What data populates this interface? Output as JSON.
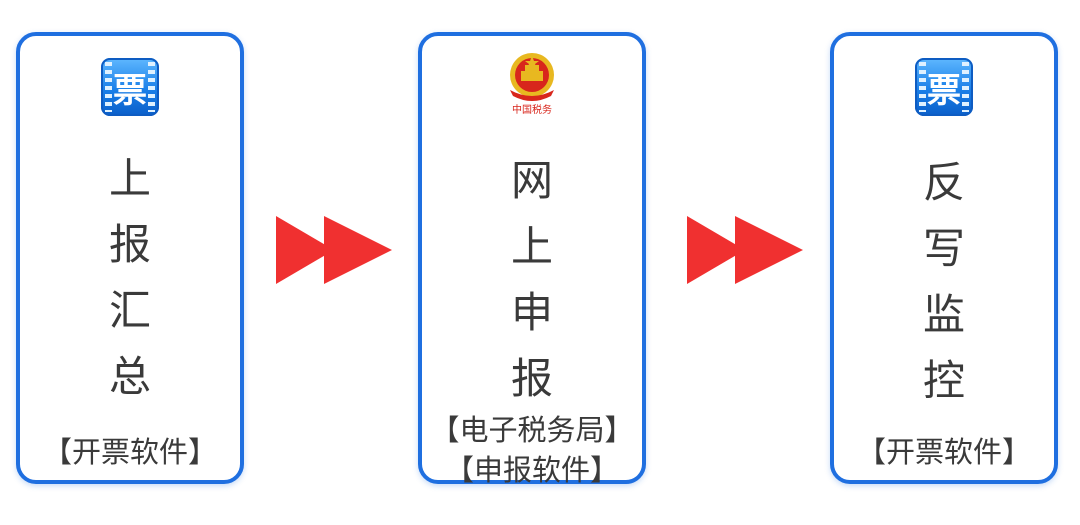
{
  "steps": [
    {
      "icon": "ticket-icon",
      "icon_glyph": "票",
      "chars": [
        "上",
        "报",
        "汇",
        "总"
      ],
      "sub_lines": [
        "【开票软件】"
      ]
    },
    {
      "icon": "tax-bureau-emblem-icon",
      "emblem_caption": "中国税务",
      "chars": [
        "网",
        "上",
        "申",
        "报"
      ],
      "sub_lines": [
        "【电子税务局】",
        "【申报软件】"
      ]
    },
    {
      "icon": "ticket-icon",
      "icon_glyph": "票",
      "chars": [
        "反",
        "写",
        "监",
        "控"
      ],
      "sub_lines": [
        "【开票软件】"
      ]
    }
  ],
  "colors": {
    "card_border": "#1f6fe0",
    "arrow": "#f03030",
    "text": "#3a3a3a",
    "emblem_red": "#d8261c",
    "emblem_gold": "#e8b820"
  }
}
